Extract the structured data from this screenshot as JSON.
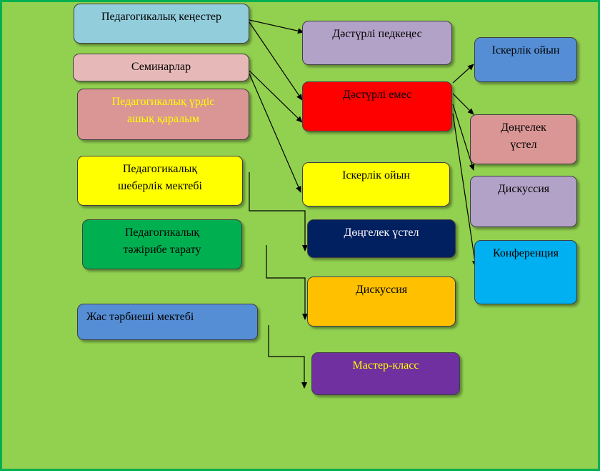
{
  "background": "#92d050",
  "border_color": "#00b050",
  "boxes": {
    "ped_councils": {
      "label": "Педагогикалық кеңестер",
      "fill": "#92cddc",
      "text_color": "#000000"
    },
    "seminars": {
      "label": "Семинарлар",
      "fill": "#e6b9b8",
      "text_color": "#000000"
    },
    "open_view": {
      "label": "Педагогикалық  үрдіс\n ашық қаралым",
      "fill": "#d99694",
      "text_color": "#ffff00"
    },
    "mastery_school": {
      "label": "Педагогикалық\nшеберлік мектебі",
      "fill": "#ffff00",
      "text_color": "#000000"
    },
    "experience_share": {
      "label": "Педагогикалық\nтәжірибе  тарату",
      "fill": "#00b050",
      "text_color": "#000000"
    },
    "young_teacher": {
      "label": "Жас тәрбиеші мектебі",
      "fill": "#558ed5",
      "text_color": "#000000"
    },
    "traditional": {
      "label": "Дәстүрлі  педкеңес",
      "fill": "#b3a2c7",
      "text_color": "#000000"
    },
    "non_traditional": {
      "label": "Дәстүрлі емес",
      "fill": "#ff0000",
      "text_color": "#000000"
    },
    "business_game_mid": {
      "label": "Іскерлік  ойын",
      "fill": "#ffff00",
      "text_color": "#000000"
    },
    "round_table_mid": {
      "label": "Дөңгелек үстел",
      "fill": "#002060",
      "text_color": "#ffffff"
    },
    "discussion_mid": {
      "label": "Дискуссия",
      "fill": "#ffc000",
      "text_color": "#000000"
    },
    "master_class": {
      "label": "Мастер-класс",
      "fill": "#7030a0",
      "text_color": "#ffff00"
    },
    "business_game_right": {
      "label": "Іскерлік ойын",
      "fill": "#558ed5",
      "text_color": "#000000"
    },
    "round_table_right": {
      "label": "Дөңгелек\nүстел",
      "fill": "#d99694",
      "text_color": "#000000"
    },
    "discussion_right": {
      "label": "Дискуссия",
      "fill": "#b3a2c7",
      "text_color": "#000000"
    },
    "conference": {
      "label": "Конференция",
      "fill": "#00b0f0",
      "text_color": "#000000"
    }
  }
}
